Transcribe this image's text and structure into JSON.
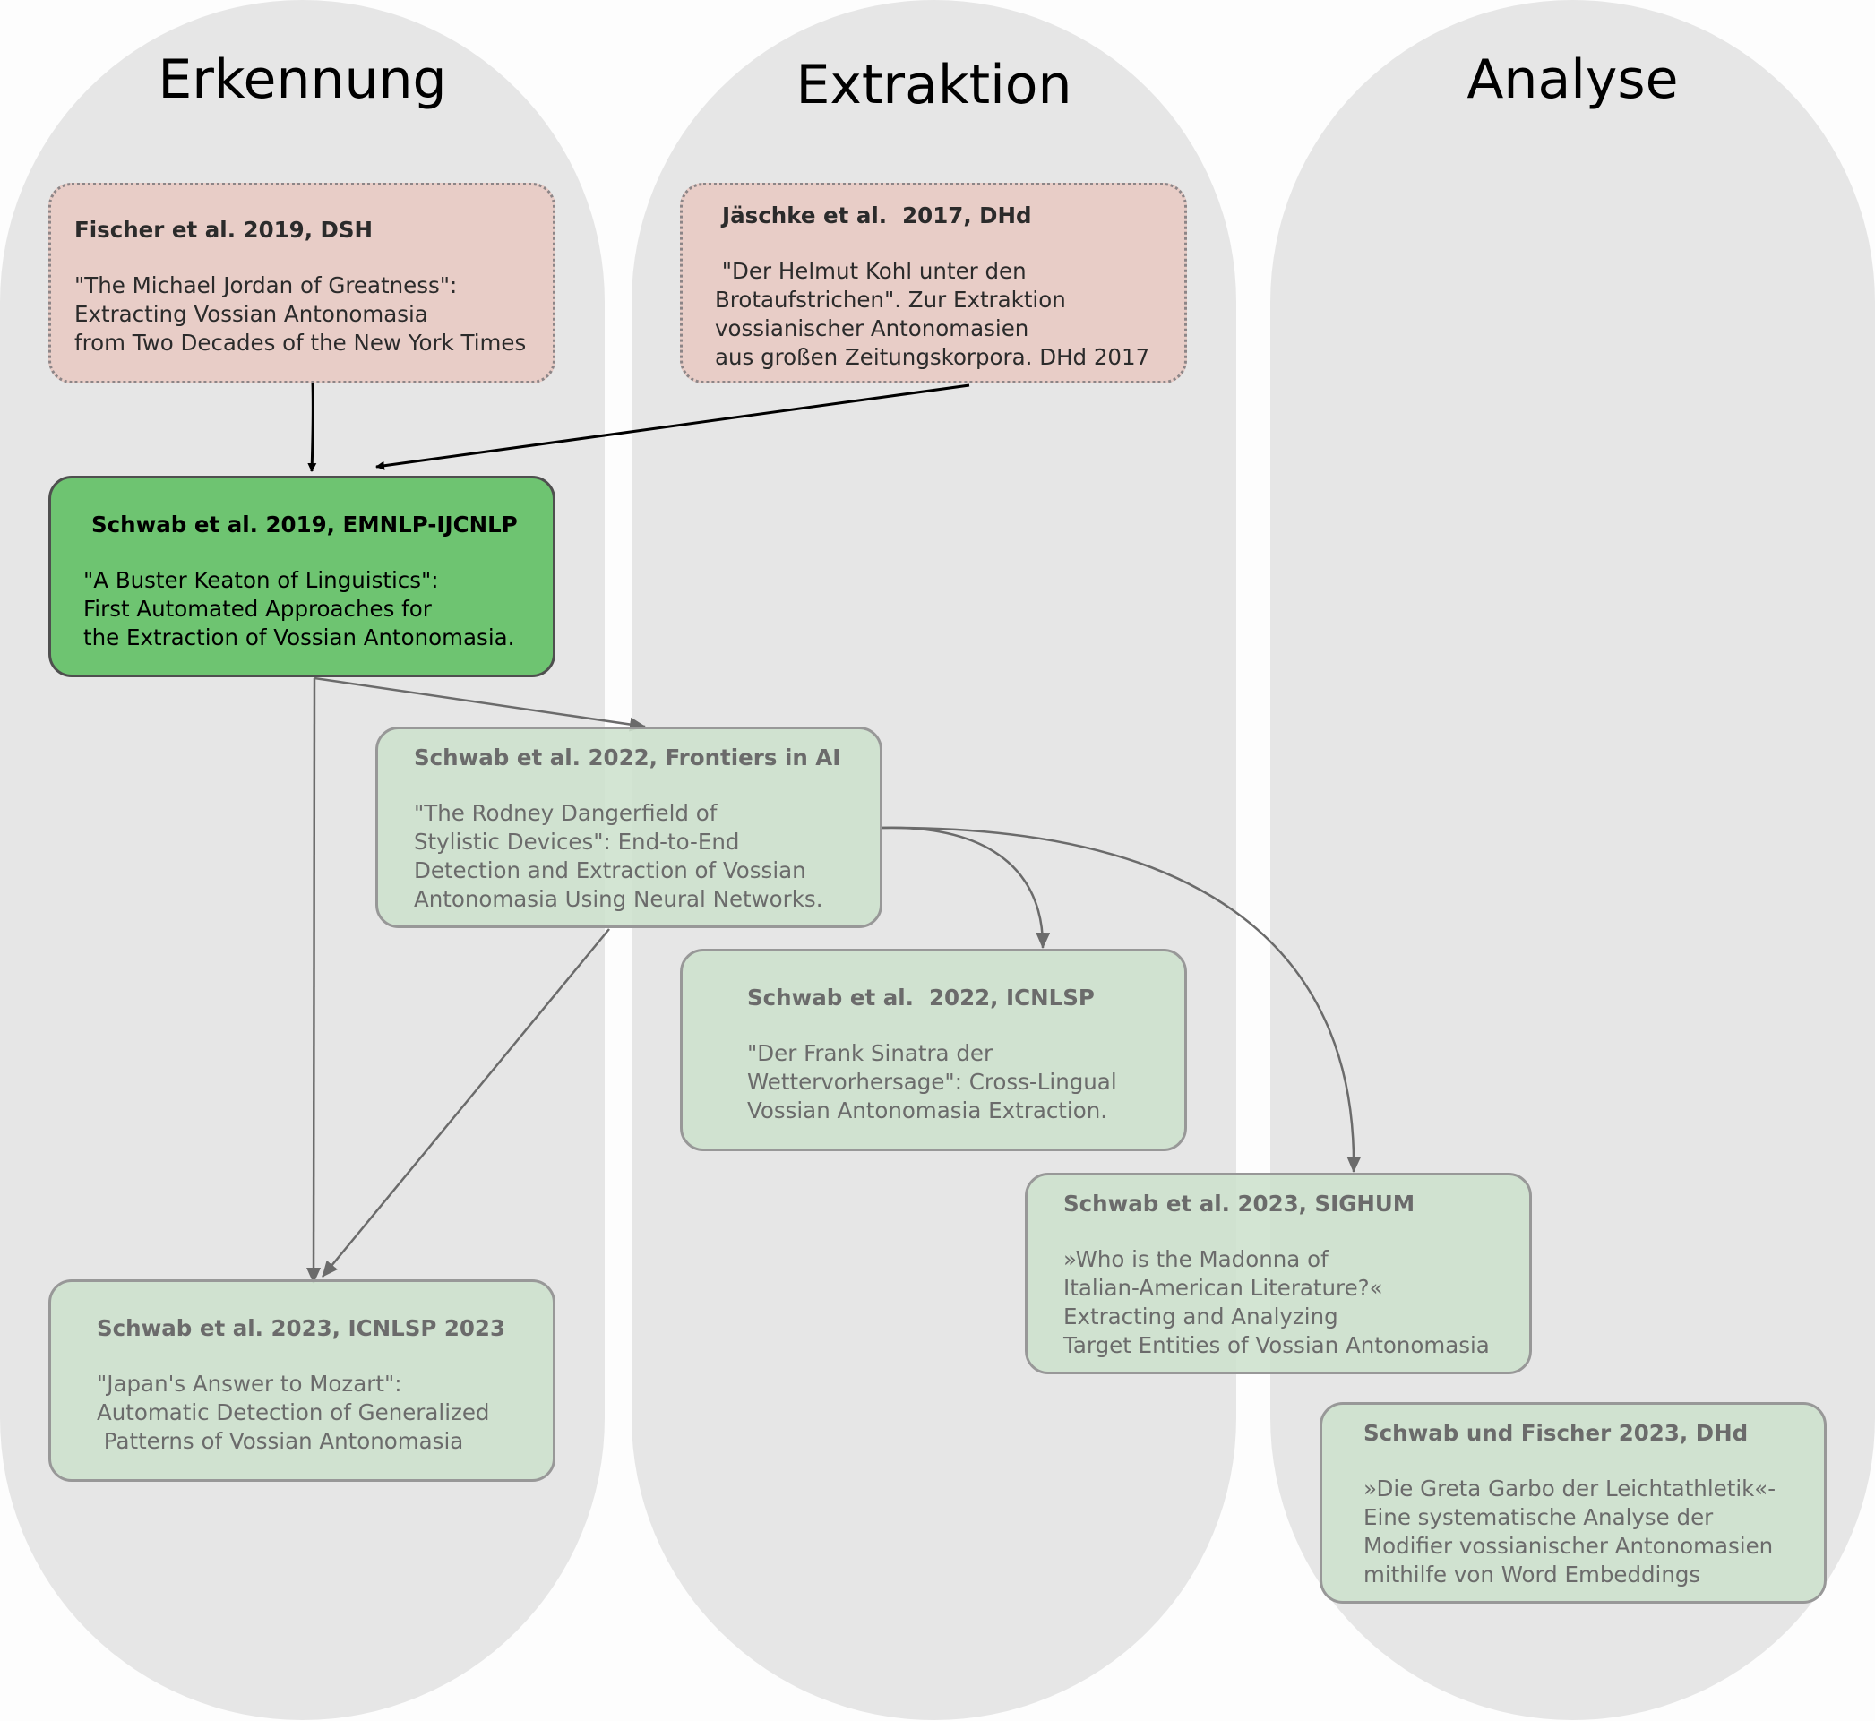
{
  "lanes": [
    {
      "title": "Erkennung"
    },
    {
      "title": "Extraktion"
    },
    {
      "title": "Analyse"
    }
  ],
  "papers": {
    "fischer2019": {
      "head": "Fischer et al. 2019, DSH",
      "body": "\"The Michael Jordan of Greatness\":\nExtracting Vossian Antonomasia\nfrom Two Decades of the New York Times"
    },
    "jaeschke2017": {
      "head": "Jäschke et al.  2017, DHd",
      "body": " \"Der Helmut Kohl unter den\nBrotaufstrichen\". Zur Extraktion\nvossianischer Antonomasien\naus großen Zeitungskorpora. DHd 2017"
    },
    "schwab2019": {
      "head": "Schwab et al. 2019, EMNLP-IJCNLP",
      "body": "\"A Buster Keaton of Linguistics\":\nFirst Automated Approaches for\nthe Extraction of Vossian Antonomasia."
    },
    "schwab2022frontiers": {
      "head": "Schwab et al. 2022, Frontiers in AI",
      "body": "\"The Rodney Dangerfield of\nStylistic Devices\": End-to-End\nDetection and Extraction of Vossian\nAntonomasia Using Neural Networks."
    },
    "schwab2022icnlsp": {
      "head": "Schwab et al.  2022, ICNLSP",
      "body": "\"Der Frank Sinatra der\nWettervorhersage\": Cross-Lingual\nVossian Antonomasia Extraction."
    },
    "schwab2023sighum": {
      "head": "Schwab et al. 2023, SIGHUM",
      "body": "»Who is the Madonna of\nItalian-American Literature?«\nExtracting and Analyzing\nTarget Entities of Vossian Antonomasia"
    },
    "schwab2023icnlsp": {
      "head": "Schwab et al. 2023, ICNLSP 2023",
      "body": "\"Japan's Answer to Mozart\":\nAutomatic Detection of Generalized\n Patterns of Vossian Antonomasia"
    },
    "schwabfischer2023": {
      "head": "Schwab und Fischer 2023, DHd",
      "body": "»Die Greta Garbo der Leichtathletik«-\nEine systematische Analyse der\nModifier vossianischer Antonomasien\nmithilfe von Word Embeddings"
    }
  },
  "colors": {
    "lane": "#e6e6e6",
    "source_fill": "#e8cdc7",
    "main_fill": "#6ec471",
    "faded_fill": "#d0e1d0",
    "edge_dark": "#000000",
    "edge_grey": "#6b6b6b"
  }
}
